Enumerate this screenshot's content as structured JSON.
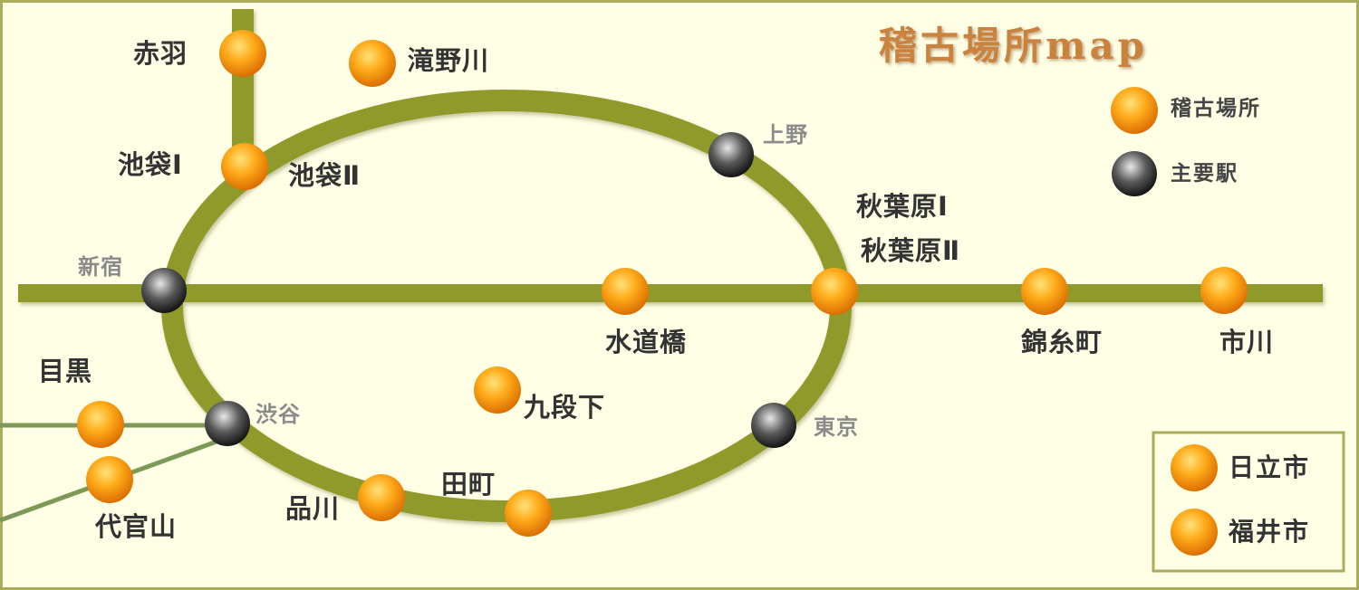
{
  "title": "稽古場所map",
  "legend": {
    "dojo_label": "稽古場所",
    "station_label": "主要駅"
  },
  "dojos": [
    "赤羽",
    "滝野川",
    "池袋Ⅰ",
    "池袋Ⅱ",
    "秋葉原Ⅰ",
    "秋葉原Ⅱ",
    "水道橋",
    "錦糸町",
    "市川",
    "目黒",
    "代官山",
    "九段下",
    "田町",
    "品川"
  ],
  "stations": [
    "上野",
    "新宿",
    "渋谷",
    "東京"
  ],
  "other_cities": [
    "日立市",
    "福井市"
  ],
  "colors": {
    "background": "#ffffe6",
    "line": "#8f9a2c",
    "branch_line": "#7c9a55",
    "dojo_marker": "#f59a10",
    "station_marker": "#4a4a4a",
    "title": "#c9833f",
    "frame": "#a9ad5b"
  }
}
